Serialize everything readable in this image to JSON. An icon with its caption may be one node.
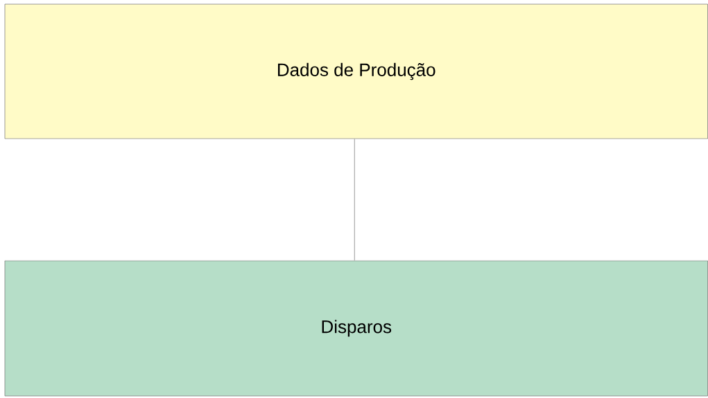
{
  "diagram": {
    "nodes": [
      {
        "text": [
          "Dados de Produção"
        ]
      },
      {
        "text": [
          "Disparos"
        ]
      }
    ],
    "edges": [
      {
        "from": 0,
        "to": 1,
        "arrow": "none"
      }
    ]
  }
}
